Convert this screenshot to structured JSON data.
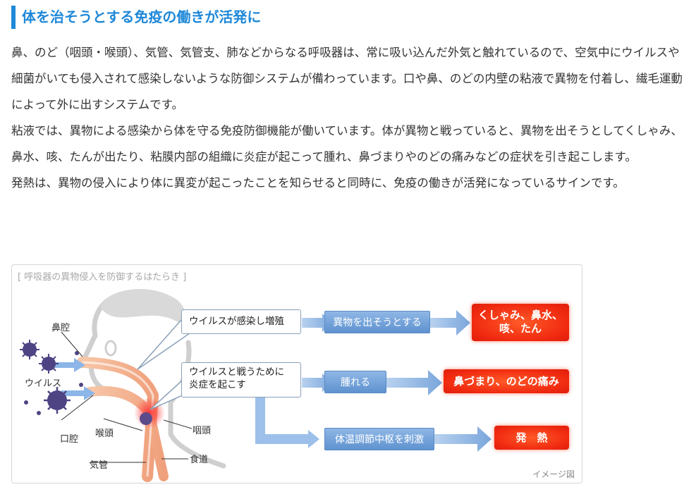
{
  "heading": "体を治そうとする免疫の働きが活発に",
  "paragraphs": [
    "鼻、のど（咽頭・喉頭）、気管、気管支、肺などからなる呼吸器は、常に吸い込んだ外気と触れているので、空気中にウイルスや細菌がいても侵入されて感染しないような防御システムが備わっています。口や鼻、のどの内壁の粘液で異物を付着し、繊毛運動によって外に出すシステムです。",
    "粘液では、異物による感染から体を守る免疫防御機能が働いています。体が異物と戦っていると、異物を出そうとしてくしゃみ、鼻水、咳、たんが出たり、粘膜内部の組織に炎症が起こって腫れ、鼻づまりやのどの痛みなどの症状を引き起こします。",
    "発熱は、異物の侵入により体に異変が起こったことを知らせると同時に、免疫の働きが活発になっているサインです。"
  ],
  "figure": {
    "caption": "[ 呼吸器の異物侵入を防御するはたらき ]",
    "image_note": "イメージ図",
    "labels": {
      "nasal_cavity": "鼻腔",
      "virus": "ウイルス",
      "oral_cavity": "口腔",
      "larynx": "喉頭",
      "trachea": "気管",
      "pharynx": "咽頭",
      "esophagus": "食道"
    },
    "callouts": {
      "infect": "ウイルスが感染し増殖",
      "fight_line1": "ウイルスと戦うために",
      "fight_line2": "炎症を起こす"
    },
    "steps": {
      "expel": "異物を出そうとする",
      "swell": "腫れる",
      "stimulate": "体温調節中枢を刺激"
    },
    "results": {
      "sneeze_line1": "くしゃみ、鼻水、",
      "sneeze_line2": "咳、たん",
      "congestion": "鼻づまり、のどの痛み",
      "fever": "発　熱"
    },
    "colors": {
      "accent": "#1e88d8",
      "step_blue": "#6b9bd6",
      "result_red": "#f0351a"
    }
  }
}
